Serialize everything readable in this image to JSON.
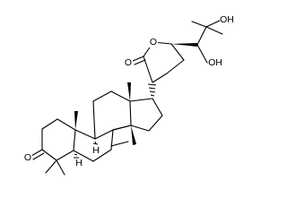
{
  "labels": {
    "ketone_o": "O",
    "lactone_ring_o": "O",
    "lactone_carbonyl_o": "O",
    "hydroxyl_upper": "OH",
    "hydroxyl_lower": "OH",
    "h_c9": "H",
    "h_c5": "H"
  }
}
